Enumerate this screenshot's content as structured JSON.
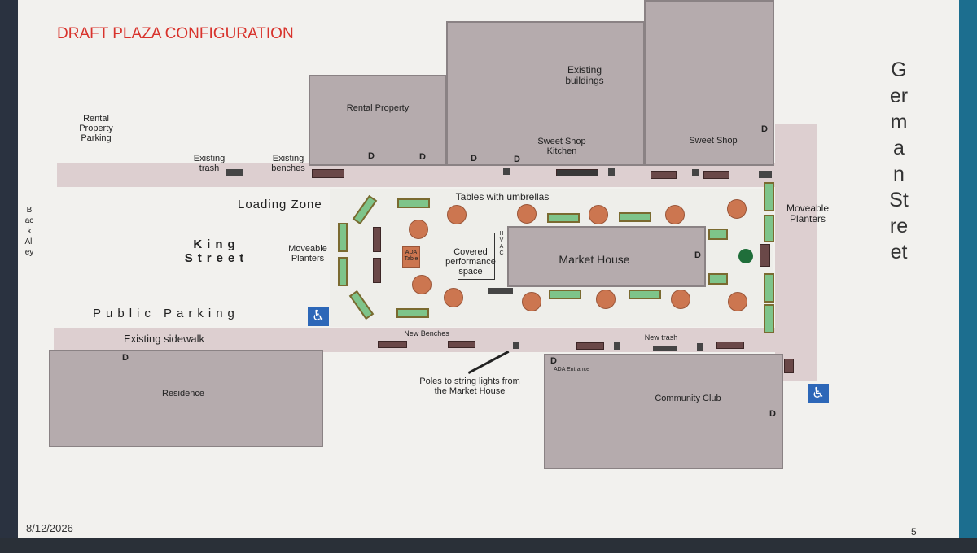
{
  "title": "DRAFT PLAZA CONFIGURATION",
  "date": "8/12/2026",
  "page_number": "5",
  "street_labels": {
    "german_street": "German Street",
    "king_street": "King\nStreet",
    "back_alley": "Back Alley",
    "public_parking": "Public Parking",
    "loading_zone": "Loading Zone"
  },
  "buildings": {
    "rental_property": "Rental Property",
    "existing_buildings": "Existing\nbuildings",
    "sweet_shop_kitchen": "Sweet Shop\nKitchen",
    "sweet_shop": "Sweet Shop",
    "market_house": "Market House",
    "residence": "Residence",
    "community_club": "Community Club"
  },
  "labels": {
    "rental_property_parking": "Rental\nProperty\nParking",
    "existing_trash": "Existing\ntrash",
    "existing_benches": "Existing\nbenches",
    "tables_with_umbrellas": "Tables with umbrellas",
    "moveable_planters_left": "Moveable\nPlanters",
    "moveable_planters_right": "Moveable\nPlanters",
    "ada_table": "ADA\nTable",
    "covered_performance": "Covered\nperformance\nspace",
    "hvac": "H\nV\nA\nC",
    "existing_sidewalk": "Existing sidewalk",
    "new_benches": "New Benches",
    "new_trash": "New trash",
    "ada_entrance": "ADA Entrance",
    "poles": "Poles to string lights from\nthe Market House",
    "door": "D"
  },
  "icons": {
    "accessibility": "♿"
  },
  "colors": {
    "title": "#d8332c",
    "building": "#b5abad",
    "planter": "#7ec48a",
    "table": "#cc7650",
    "bench": "#6a4848",
    "ada_blue": "#2d67b8"
  }
}
